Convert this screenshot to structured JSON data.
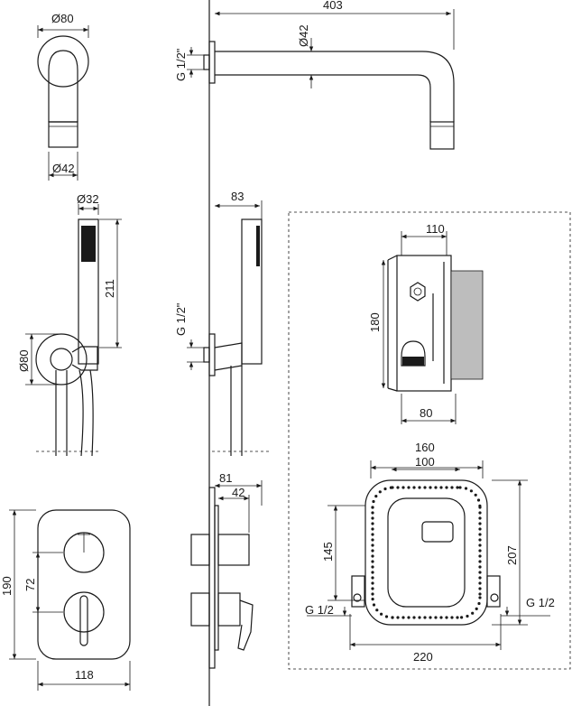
{
  "dimensions": {
    "wall_flange_diameter": "Ø80",
    "spout_diameter_bottom": "Ø42",
    "spout_length": "403",
    "spout_diameter": "Ø42",
    "spout_thread": "G 1/2\"",
    "handshower_diameter": "Ø32",
    "handshower_length": "211",
    "holder_diameter": "Ø80",
    "holder_projection": "83",
    "holder_thread": "G 1/2\"",
    "box_width": "110",
    "box_height": "180",
    "box_depth": "80",
    "frame_outer_width": "160",
    "frame_inner_width": "100",
    "frame_inner_height": "145",
    "frame_outer_height": "207",
    "frame_total_width": "220",
    "frame_thread_left": "G 1/2",
    "frame_thread_right": "G 1/2",
    "valve_projection": "81",
    "valve_depth": "42",
    "plate_height": "190",
    "plate_spacing": "72",
    "plate_width": "118"
  },
  "colors": {
    "line": "#1a1a1a",
    "insulation": "#bdbdbd"
  }
}
